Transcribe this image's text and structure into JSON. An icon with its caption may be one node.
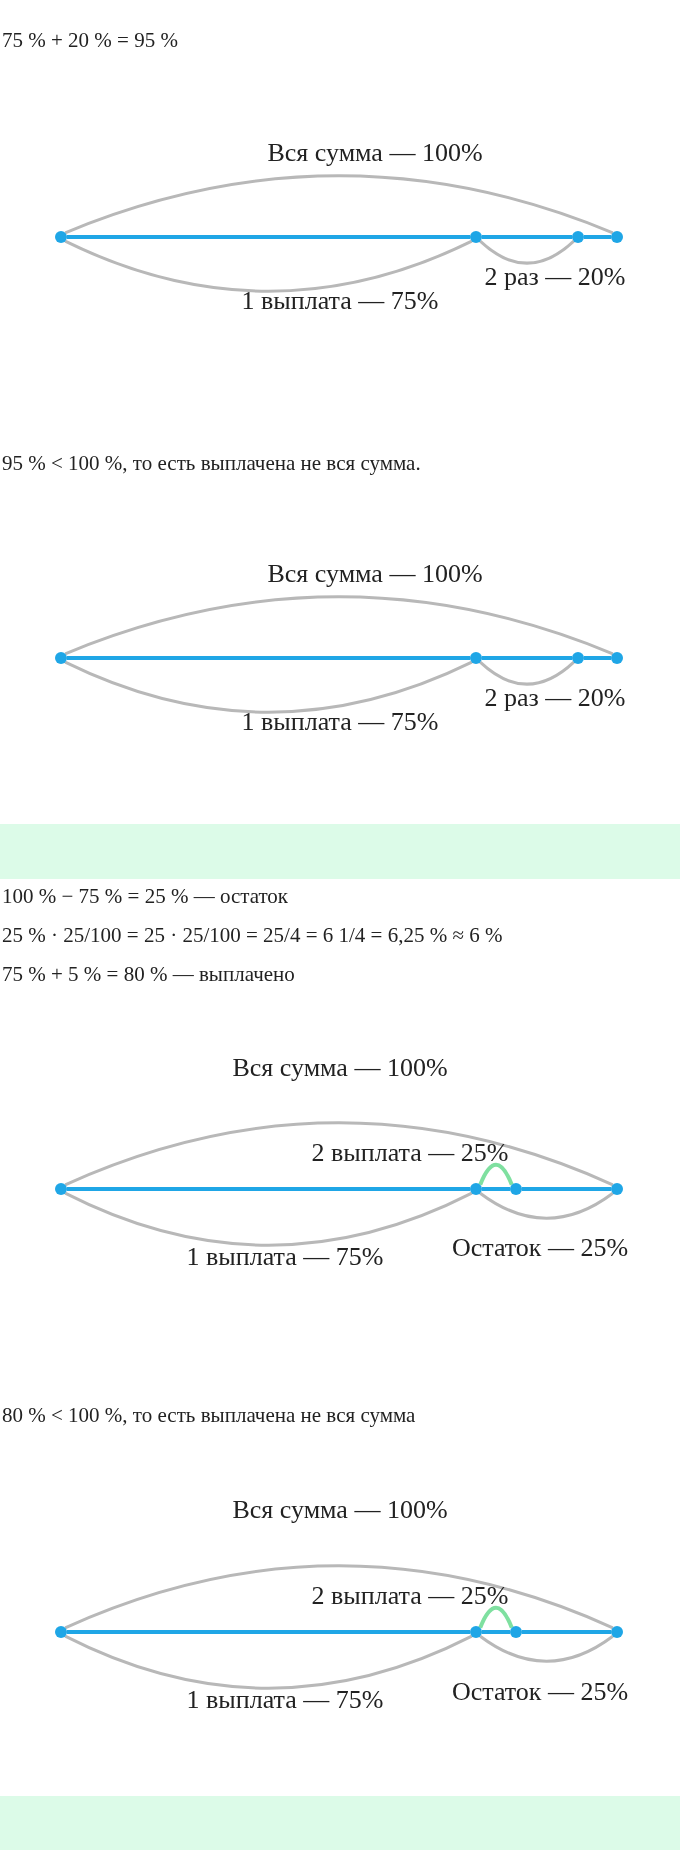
{
  "diagram": {
    "nodes": [
      {
        "text": [],
        "shape": "circle"
      },
      {
        "text": [],
        "shape": "circle"
      },
      {
        "text": [],
        "shape": "circle"
      },
      {
        "text": [],
        "shape": "circle"
      },
      {
        "text": [],
        "shape": "circle"
      },
      {
        "text": [],
        "shape": "circle"
      },
      {
        "text": [],
        "shape": "circle"
      },
      {
        "text": [],
        "shape": "circle"
      },
      {
        "text": [],
        "shape": "circle"
      },
      {
        "text": [],
        "shape": "circle"
      },
      {
        "text": [],
        "shape": "circle"
      },
      {
        "text": [],
        "shape": "circle"
      },
      {
        "text": [],
        "shape": "circle"
      },
      {
        "text": [],
        "shape": "circle"
      },
      {
        "text": [],
        "shape": "circle"
      },
      {
        "text": [],
        "shape": "circle"
      }
    ],
    "edges": [
      {
        "from": 0,
        "to": 1,
        "arrow": "none",
        "color": "#1fa6e6"
      },
      {
        "from": 1,
        "to": 2,
        "arrow": "none",
        "color": "#1fa6e6"
      },
      {
        "from": 2,
        "to": 3,
        "arrow": "none",
        "color": "#1fa6e6"
      },
      {
        "from": 0,
        "to": 3,
        "arrow": "none",
        "label": "Вся сумма — 100%",
        "color": "#b8b8b8"
      },
      {
        "from": 0,
        "to": 1,
        "arrow": "none",
        "label": "1 выплата — 75%",
        "color": "#b8b8b8"
      },
      {
        "from": 1,
        "to": 2,
        "arrow": "none",
        "label": "2 раз — 20%",
        "color": "#b8b8b8"
      },
      {
        "from": 4,
        "to": 5,
        "arrow": "none",
        "color": "#1fa6e6"
      },
      {
        "from": 5,
        "to": 6,
        "arrow": "none",
        "color": "#1fa6e6"
      },
      {
        "from": 6,
        "to": 7,
        "arrow": "none",
        "color": "#1fa6e6"
      },
      {
        "from": 4,
        "to": 7,
        "arrow": "none",
        "label": "Вся сумма — 100%",
        "color": "#b8b8b8"
      },
      {
        "from": 4,
        "to": 5,
        "arrow": "none",
        "label": "1 выплата — 75%",
        "color": "#b8b8b8"
      },
      {
        "from": 5,
        "to": 6,
        "arrow": "none",
        "label": "2 раз — 20%",
        "color": "#b8b8b8"
      },
      {
        "from": 8,
        "to": 9,
        "arrow": "none",
        "color": "#1fa6e6"
      },
      {
        "from": 9,
        "to": 10,
        "arrow": "none",
        "color": "#1fa6e6"
      },
      {
        "from": 10,
        "to": 11,
        "arrow": "none",
        "color": "#1fa6e6"
      },
      {
        "from": 8,
        "to": 11,
        "arrow": "none",
        "label": "Вся сумма — 100%",
        "color": "#b8b8b8"
      },
      {
        "from": 8,
        "to": 9,
        "arrow": "none",
        "label": "1 выплата — 75%",
        "color": "#b8b8b8"
      },
      {
        "from": 9,
        "to": 10,
        "arrow": "none",
        "label": "2 выплата — 25%",
        "color": "#7fe0a0"
      },
      {
        "from": 9,
        "to": 11,
        "arrow": "none",
        "label": "Остаток — 25%",
        "color": "#b8b8b8"
      },
      {
        "from": 12,
        "to": 13,
        "arrow": "none",
        "color": "#1fa6e6"
      },
      {
        "from": 13,
        "to": 14,
        "arrow": "none",
        "color": "#1fa6e6"
      },
      {
        "from": 14,
        "to": 15,
        "arrow": "none",
        "color": "#1fa6e6"
      },
      {
        "from": 12,
        "to": 15,
        "arrow": "none",
        "label": "Вся сумма — 100%",
        "color": "#b8b8b8"
      },
      {
        "from": 12,
        "to": 13,
        "arrow": "none",
        "label": "1 выплата — 75%",
        "color": "#b8b8b8"
      },
      {
        "from": 13,
        "to": 14,
        "arrow": "none",
        "label": "2 выплата — 25%",
        "color": "#7fe0a0"
      },
      {
        "from": 13,
        "to": 15,
        "arrow": "none",
        "label": "Остаток — 25%",
        "color": "#b8b8b8"
      }
    ],
    "labels": [
      "75 % + 20 % = 95 %",
      "95 % < 100 %, то есть выплачена не вся сумма.",
      "100 % − 75 % = 25 % — остаток",
      "25 % · 25/100 = 25 · 25/100 = 25/4 = 6 1/4 = 6,25 % ≈ 6 %",
      "75 % + 5 % = 80 % — выплачено",
      "80 % < 100 %, то есть выплачена не вся сумма"
    ]
  }
}
